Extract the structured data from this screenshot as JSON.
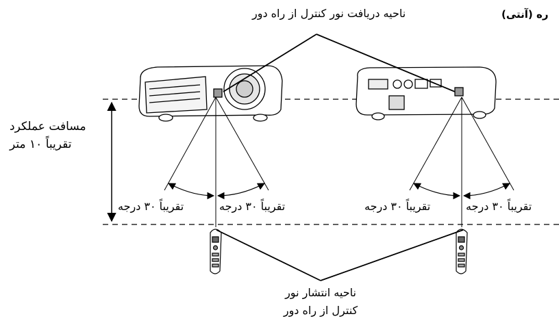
{
  "header_partial": "ره (آنتی)",
  "receiver_area": "ناحیه دریافت نور کنترل از راه دور",
  "operating_distance": [
    "مسافت عملکرد",
    "تقریباً ۱۰ متر"
  ],
  "angle_label": "تقریباً ۳۰ درجه",
  "emitter_area": [
    "ناحیه انتشار نور",
    "کنترل از راه دور"
  ]
}
